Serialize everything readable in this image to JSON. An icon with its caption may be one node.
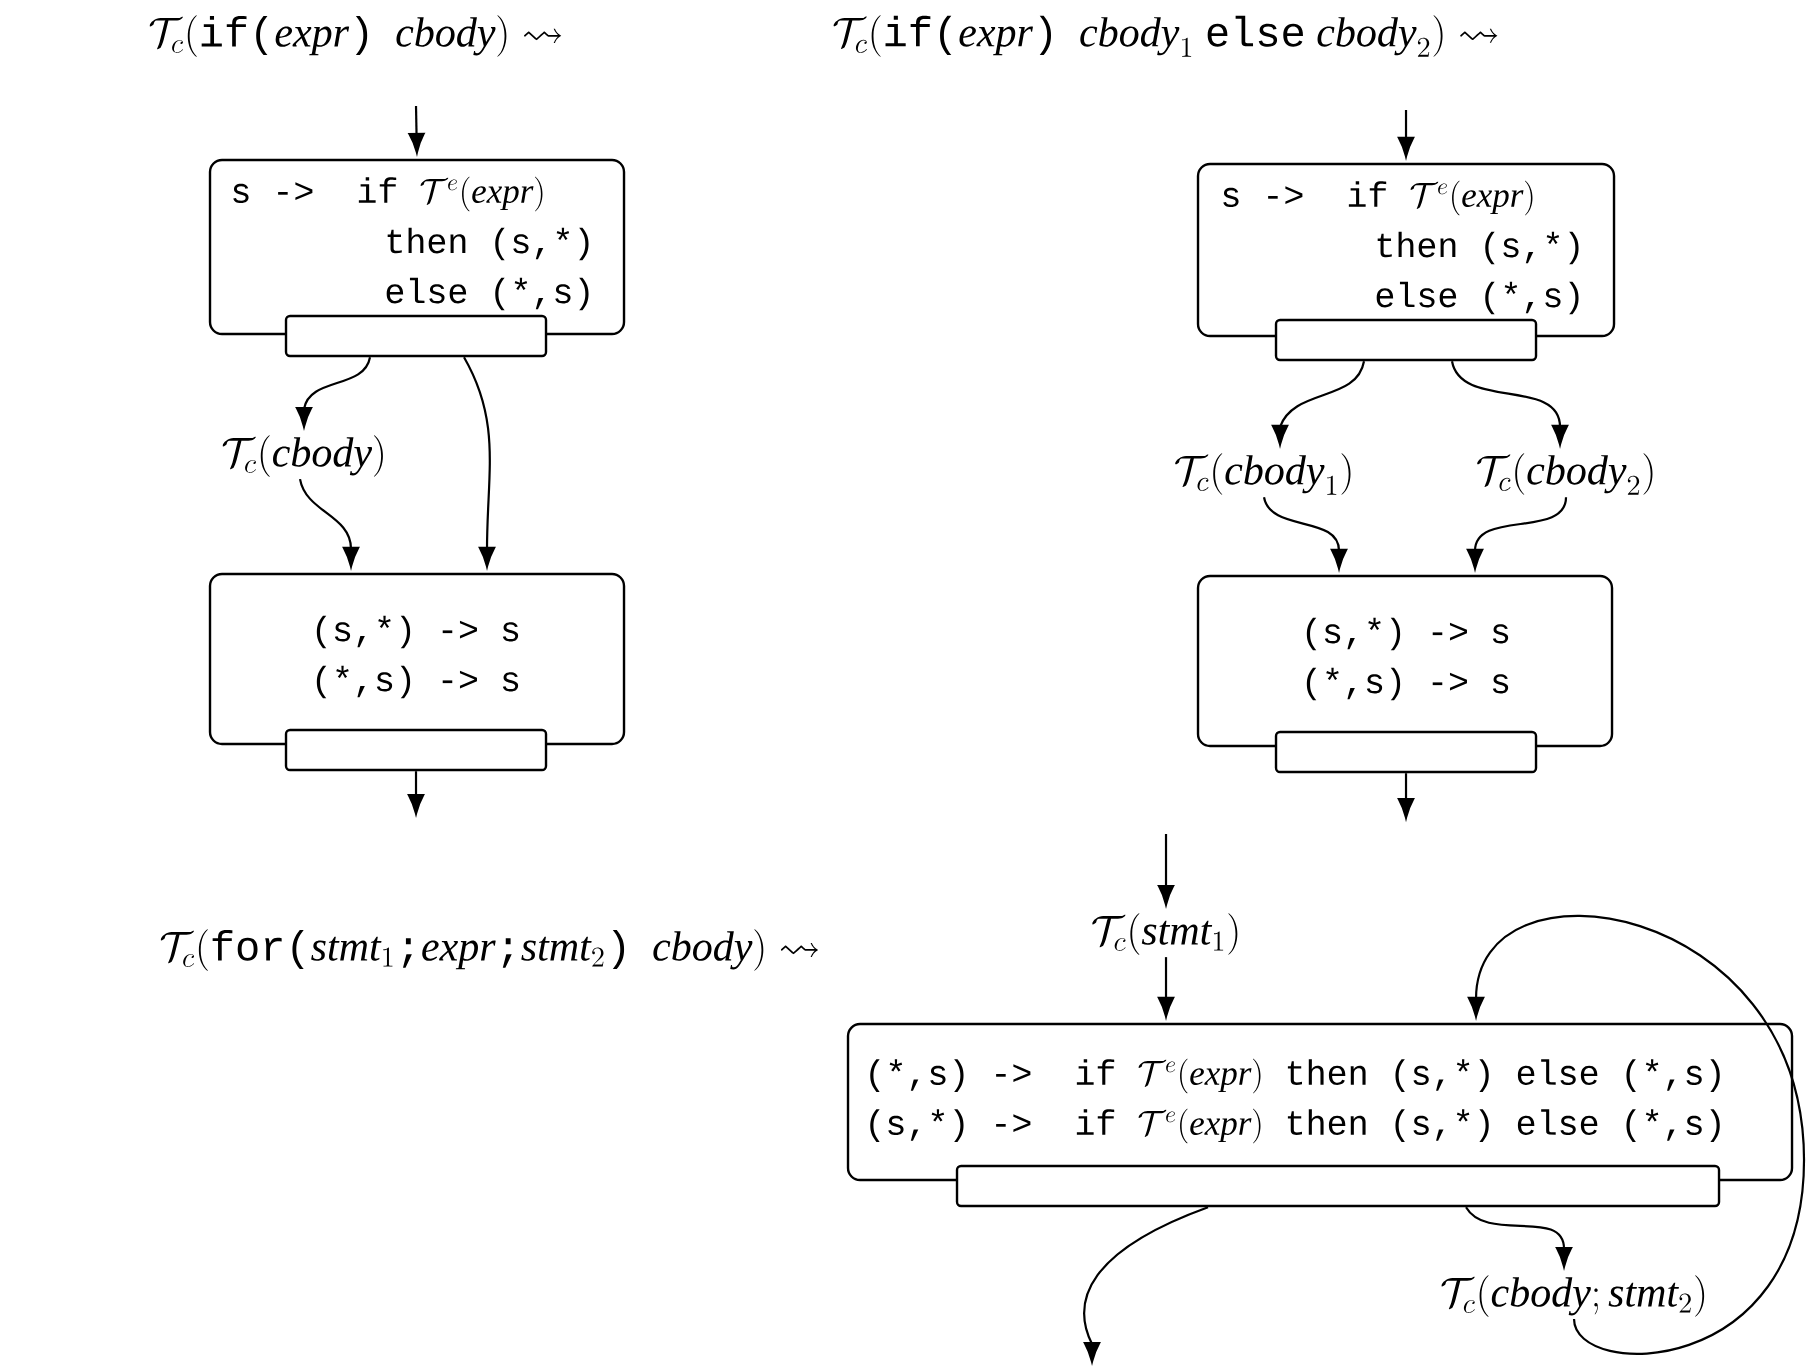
{
  "diagram": {
    "nodes": [
      {
        "text": [
          "\\texttt{s ->\\ \\ if }\\mathcal{T}^e(\\mathit{expr})",
          "\\texttt{then (s,*)}",
          "\\texttt{else (*,s)}"
        ]
      },
      {
        "text": [],
        "shape": "bar"
      },
      {
        "text": [
          "\\mathcal{T}_c(\\mathit{cbody})"
        ]
      },
      {
        "text": [
          "\\texttt{(s,*) -> s}",
          "\\texttt{(*,s) -> s}"
        ]
      },
      {
        "text": [],
        "shape": "bar"
      },
      {
        "text": [
          "\\texttt{s ->\\ \\ if }\\mathcal{T}^e(\\mathit{expr})",
          "\\texttt{then (s,*)}",
          "\\texttt{else (*,s)}"
        ]
      },
      {
        "text": [],
        "shape": "bar"
      },
      {
        "text": [
          "\\mathcal{T}_c(\\mathit{cbody}_1)"
        ]
      },
      {
        "text": [
          "\\mathcal{T}_c(\\mathit{cbody}_2)"
        ]
      },
      {
        "text": [
          "\\texttt{(s,*) -> s}",
          "\\texttt{(*,s) -> s}"
        ]
      },
      {
        "text": [],
        "shape": "bar"
      },
      {
        "text": [
          "\\mathcal{T}_c(\\mathit{stmt}_1)"
        ]
      },
      {
        "text": [
          "\\texttt{(*,s) ->\\ \\ if }\\mathcal{T}^e(\\mathit{expr})\\texttt{ then (s,*) else (*,s)}",
          "\\texttt{(s,*) ->\\ \\ if }\\mathcal{T}^e(\\mathit{expr})\\texttt{ then (s,*) else (*,s)}"
        ]
      },
      {
        "text": [],
        "shape": "bar"
      },
      {
        "text": [
          "\\mathcal{T}_c(\\mathit{cbody};\\mathit{stmt}_2)"
        ]
      }
    ],
    "edges": [
      {
        "from": null,
        "to": 0,
        "arrow": "to"
      },
      {
        "from": 1,
        "to": 2,
        "arrow": "to"
      },
      {
        "from": 2,
        "to": 3,
        "arrow": "to"
      },
      {
        "from": 1,
        "to": 3,
        "arrow": "to"
      },
      {
        "from": 4,
        "to": null,
        "arrow": "to"
      },
      {
        "from": null,
        "to": 5,
        "arrow": "to"
      },
      {
        "from": 6,
        "to": 7,
        "arrow": "to"
      },
      {
        "from": 6,
        "to": 8,
        "arrow": "to"
      },
      {
        "from": 7,
        "to": 9,
        "arrow": "to"
      },
      {
        "from": 8,
        "to": 9,
        "arrow": "to"
      },
      {
        "from": 10,
        "to": null,
        "arrow": "to"
      },
      {
        "from": null,
        "to": 11,
        "arrow": "to"
      },
      {
        "from": 11,
        "to": 12,
        "arrow": "to"
      },
      {
        "from": 13,
        "to": 14,
        "arrow": "to"
      },
      {
        "from": 14,
        "to": 12,
        "arrow": "to"
      },
      {
        "from": 13,
        "to": null,
        "arrow": "to"
      }
    ],
    "labels": [
      "\\mathcal{T}_c(\\texttt{if(}\\mathit{expr}\\texttt{)}\\ \\ \\mathit{cbody})\\leadsto",
      "\\mathcal{T}_c(\\texttt{if(}\\mathit{expr}\\texttt{)}\\ \\ \\mathit{cbody}_1\\ \\texttt{else}\\ \\mathit{cbody}_2)\\leadsto",
      "\\mathcal{T}_c(\\texttt{for(}\\mathit{stmt}_1\\texttt{;}\\mathit{expr}\\texttt{;}\\mathit{stmt}_2\\texttt{)}\\ \\ \\mathit{cbody})\\leadsto"
    ]
  }
}
